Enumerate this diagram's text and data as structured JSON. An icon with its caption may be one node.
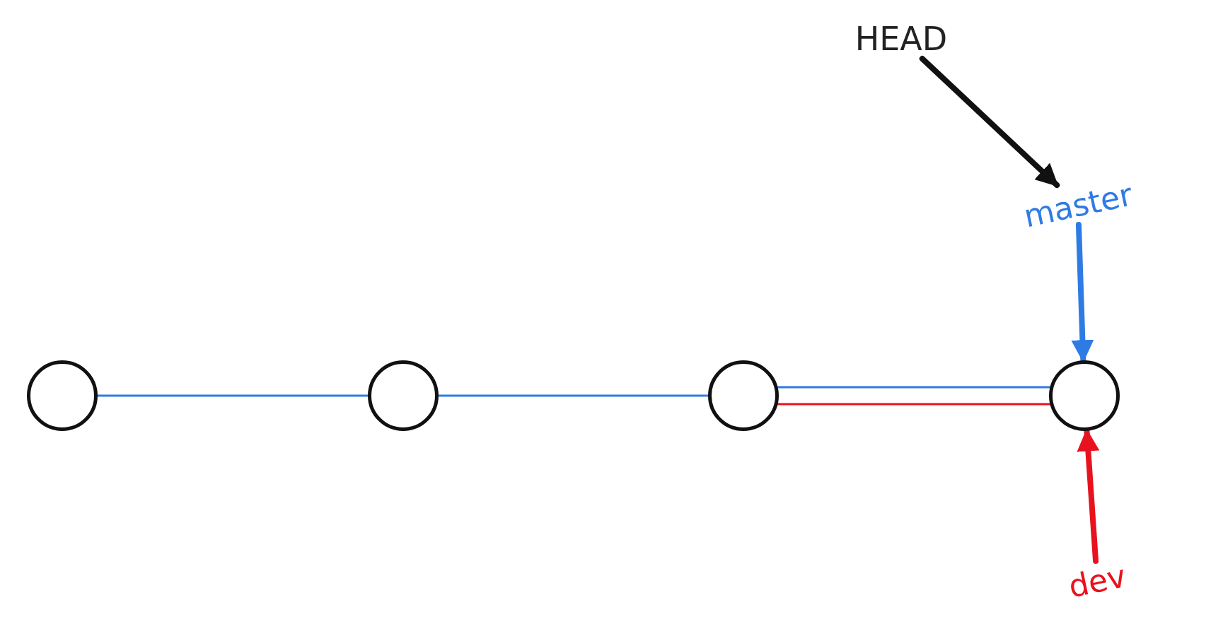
{
  "diagram": {
    "nodes": [
      {
        "text": [],
        "shape": "circle"
      },
      {
        "text": [],
        "shape": "circle"
      },
      {
        "text": [],
        "shape": "circle"
      },
      {
        "text": [],
        "shape": "circle"
      },
      {
        "text": [
          "HEAD"
        ]
      },
      {
        "text": [
          "master"
        ]
      },
      {
        "text": [
          "dev"
        ]
      }
    ],
    "edges": [
      {
        "from": 0,
        "to": 1,
        "arrow": "none",
        "color": "#2f7be5"
      },
      {
        "from": 1,
        "to": 2,
        "arrow": "none",
        "color": "#2f7be5"
      },
      {
        "from": 2,
        "to": 3,
        "arrow": "none",
        "color": "#2f7be5"
      },
      {
        "from": 2,
        "to": 3,
        "arrow": "none",
        "color": "#e8121e"
      },
      {
        "from": 4,
        "to": 5,
        "arrow": "to",
        "style": "thick",
        "color": "#111111"
      },
      {
        "from": 5,
        "to": 3,
        "arrow": "to",
        "style": "thick",
        "color": "#2f7be5"
      },
      {
        "from": 6,
        "to": 3,
        "arrow": "to",
        "style": "thick",
        "color": "#e8121e"
      }
    ]
  }
}
